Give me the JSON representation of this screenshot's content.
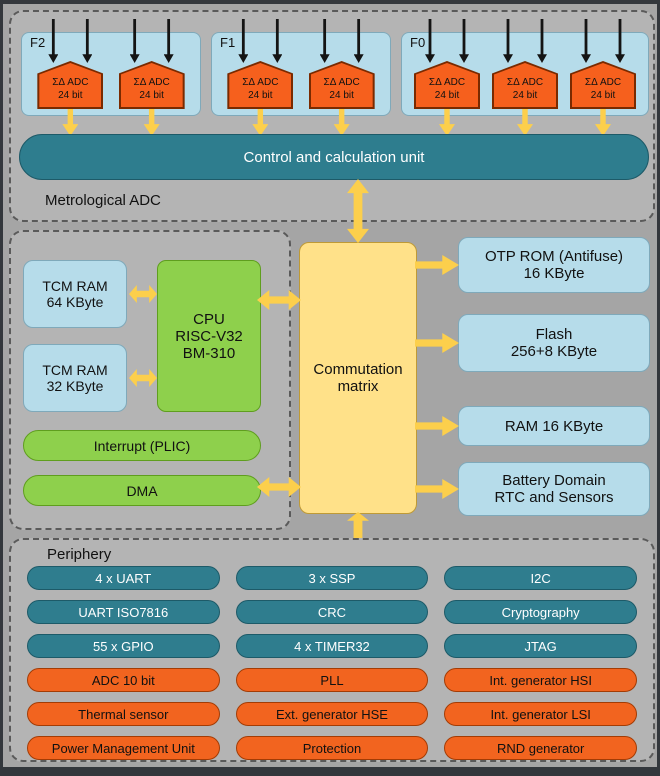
{
  "colors": {
    "canvas_bg": "#a5a5a5",
    "section_bg": "#b4b4b4",
    "light_blue": "#b6dcea",
    "teal": "#2f7d8e",
    "orange": "#f2641f",
    "adc_orange": "#f6601d",
    "green": "#8ed04c",
    "arrow_yellow": "#fccf4c",
    "matrix_yellow": "#ffe189"
  },
  "metrological_adc": {
    "label": "Metrological ADC",
    "control_unit_label": "Control and calculation unit",
    "groups": [
      {
        "label": "F2",
        "adcs": [
          {
            "line1": "ΣΔ ADC",
            "line2": "24 bit"
          },
          {
            "line1": "ΣΔ ADC",
            "line2": "24 bit"
          }
        ]
      },
      {
        "label": "F1",
        "adcs": [
          {
            "line1": "ΣΔ ADC",
            "line2": "24 bit"
          },
          {
            "line1": "ΣΔ ADC",
            "line2": "24 bit"
          }
        ]
      },
      {
        "label": "F0",
        "adcs": [
          {
            "line1": "ΣΔ ADC",
            "line2": "24 bit"
          },
          {
            "line1": "ΣΔ ADC",
            "line2": "24 bit"
          },
          {
            "line1": "ΣΔ ADC",
            "line2": "24 bit"
          }
        ]
      }
    ]
  },
  "cpu_subsystem": {
    "tcm_ram_64": "TCM RAM\n64 KByte",
    "tcm_ram_32": "TCM RAM\n32 KByte",
    "cpu": "CPU\nRISC-V32\nBM-310",
    "interrupt": "Interrupt (PLIC)",
    "dma": "DMA"
  },
  "commutation_matrix": "Commutation\nmatrix",
  "memory_blocks": {
    "otp": "OTP ROM (Antifuse)\n16 KByte",
    "flash": "Flash\n256+8 KByte",
    "ram": "RAM 16 KByte",
    "battery": "Battery Domain\nRTC and Sensors"
  },
  "periphery": {
    "label": "Periphery",
    "teal_items": [
      "4 x UART",
      "3 x SSP",
      "I2C",
      "UART ISO7816",
      "CRC",
      "Cryptography",
      "55 x GPIO",
      "4 x TIMER32",
      "JTAG"
    ],
    "orange_items": [
      "ADC 10 bit",
      "PLL",
      "Int. generator HSI",
      "Thermal sensor",
      "Ext. generator HSE",
      "Int. generator LSI",
      "Power Management Unit",
      "Protection",
      "RND generator"
    ]
  }
}
